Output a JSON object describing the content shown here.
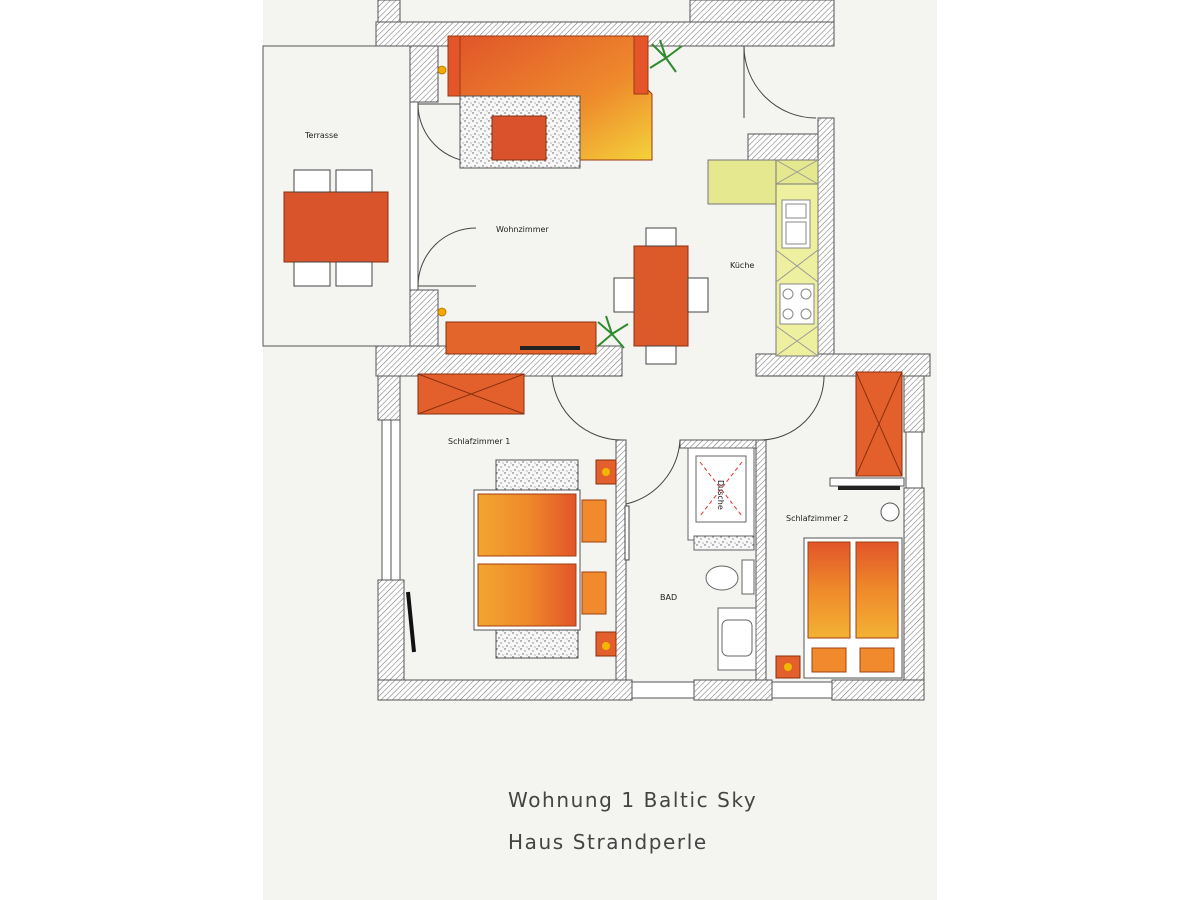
{
  "rooms": {
    "terrasse": "Terrasse",
    "wohnzimmer": "Wohnzimmer",
    "kueche": "Küche",
    "schlafzimmer1": "Schlafzimmer 1",
    "schlafzimmer2": "Schlafzimmer 2",
    "bad": "BAD",
    "dusche": "Dusche"
  },
  "title": {
    "line1": "Wohnung 1 Baltic Sky",
    "line2": "Haus Strandperle"
  },
  "colors": {
    "furniture_orange": "#e0622a",
    "furniture_yellow": "#f2c230",
    "kitchen_yellow": "#e6e890",
    "plant_green": "#2e8b2e",
    "wall_hatch": "#707070"
  }
}
